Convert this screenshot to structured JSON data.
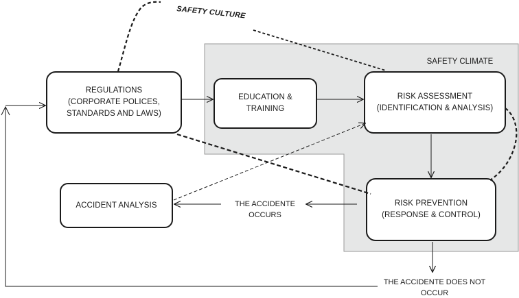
{
  "diagram": {
    "safety_culture_label": "SAFETY CULTURE",
    "safety_climate_label": "SAFETY CLIMATE",
    "nodes": {
      "regulations": "REGULATIONS\n(CORPORATE POLICES,\nSTANDARDS AND LAWS)",
      "education": "EDUCATION &\nTRAINING",
      "risk_assessment": "RISK ASSESSMENT\n(IDENTIFICATION & ANALYSIS)",
      "risk_prevention": "RISK PREVENTION\n(RESPONSE & CONTROL)",
      "accident_analysis": "ACCIDENT ANALYSIS"
    },
    "outcomes": {
      "accident_occurs": "THE ACCIDENTE\nOCCURS",
      "accident_not_occur": "THE ACCIDENTE DOES NOT\nOCCUR"
    },
    "colors": {
      "climate_fill": "#e6e7e7",
      "climate_stroke": "#9a9a9a",
      "line": "#1a1a1a"
    }
  }
}
